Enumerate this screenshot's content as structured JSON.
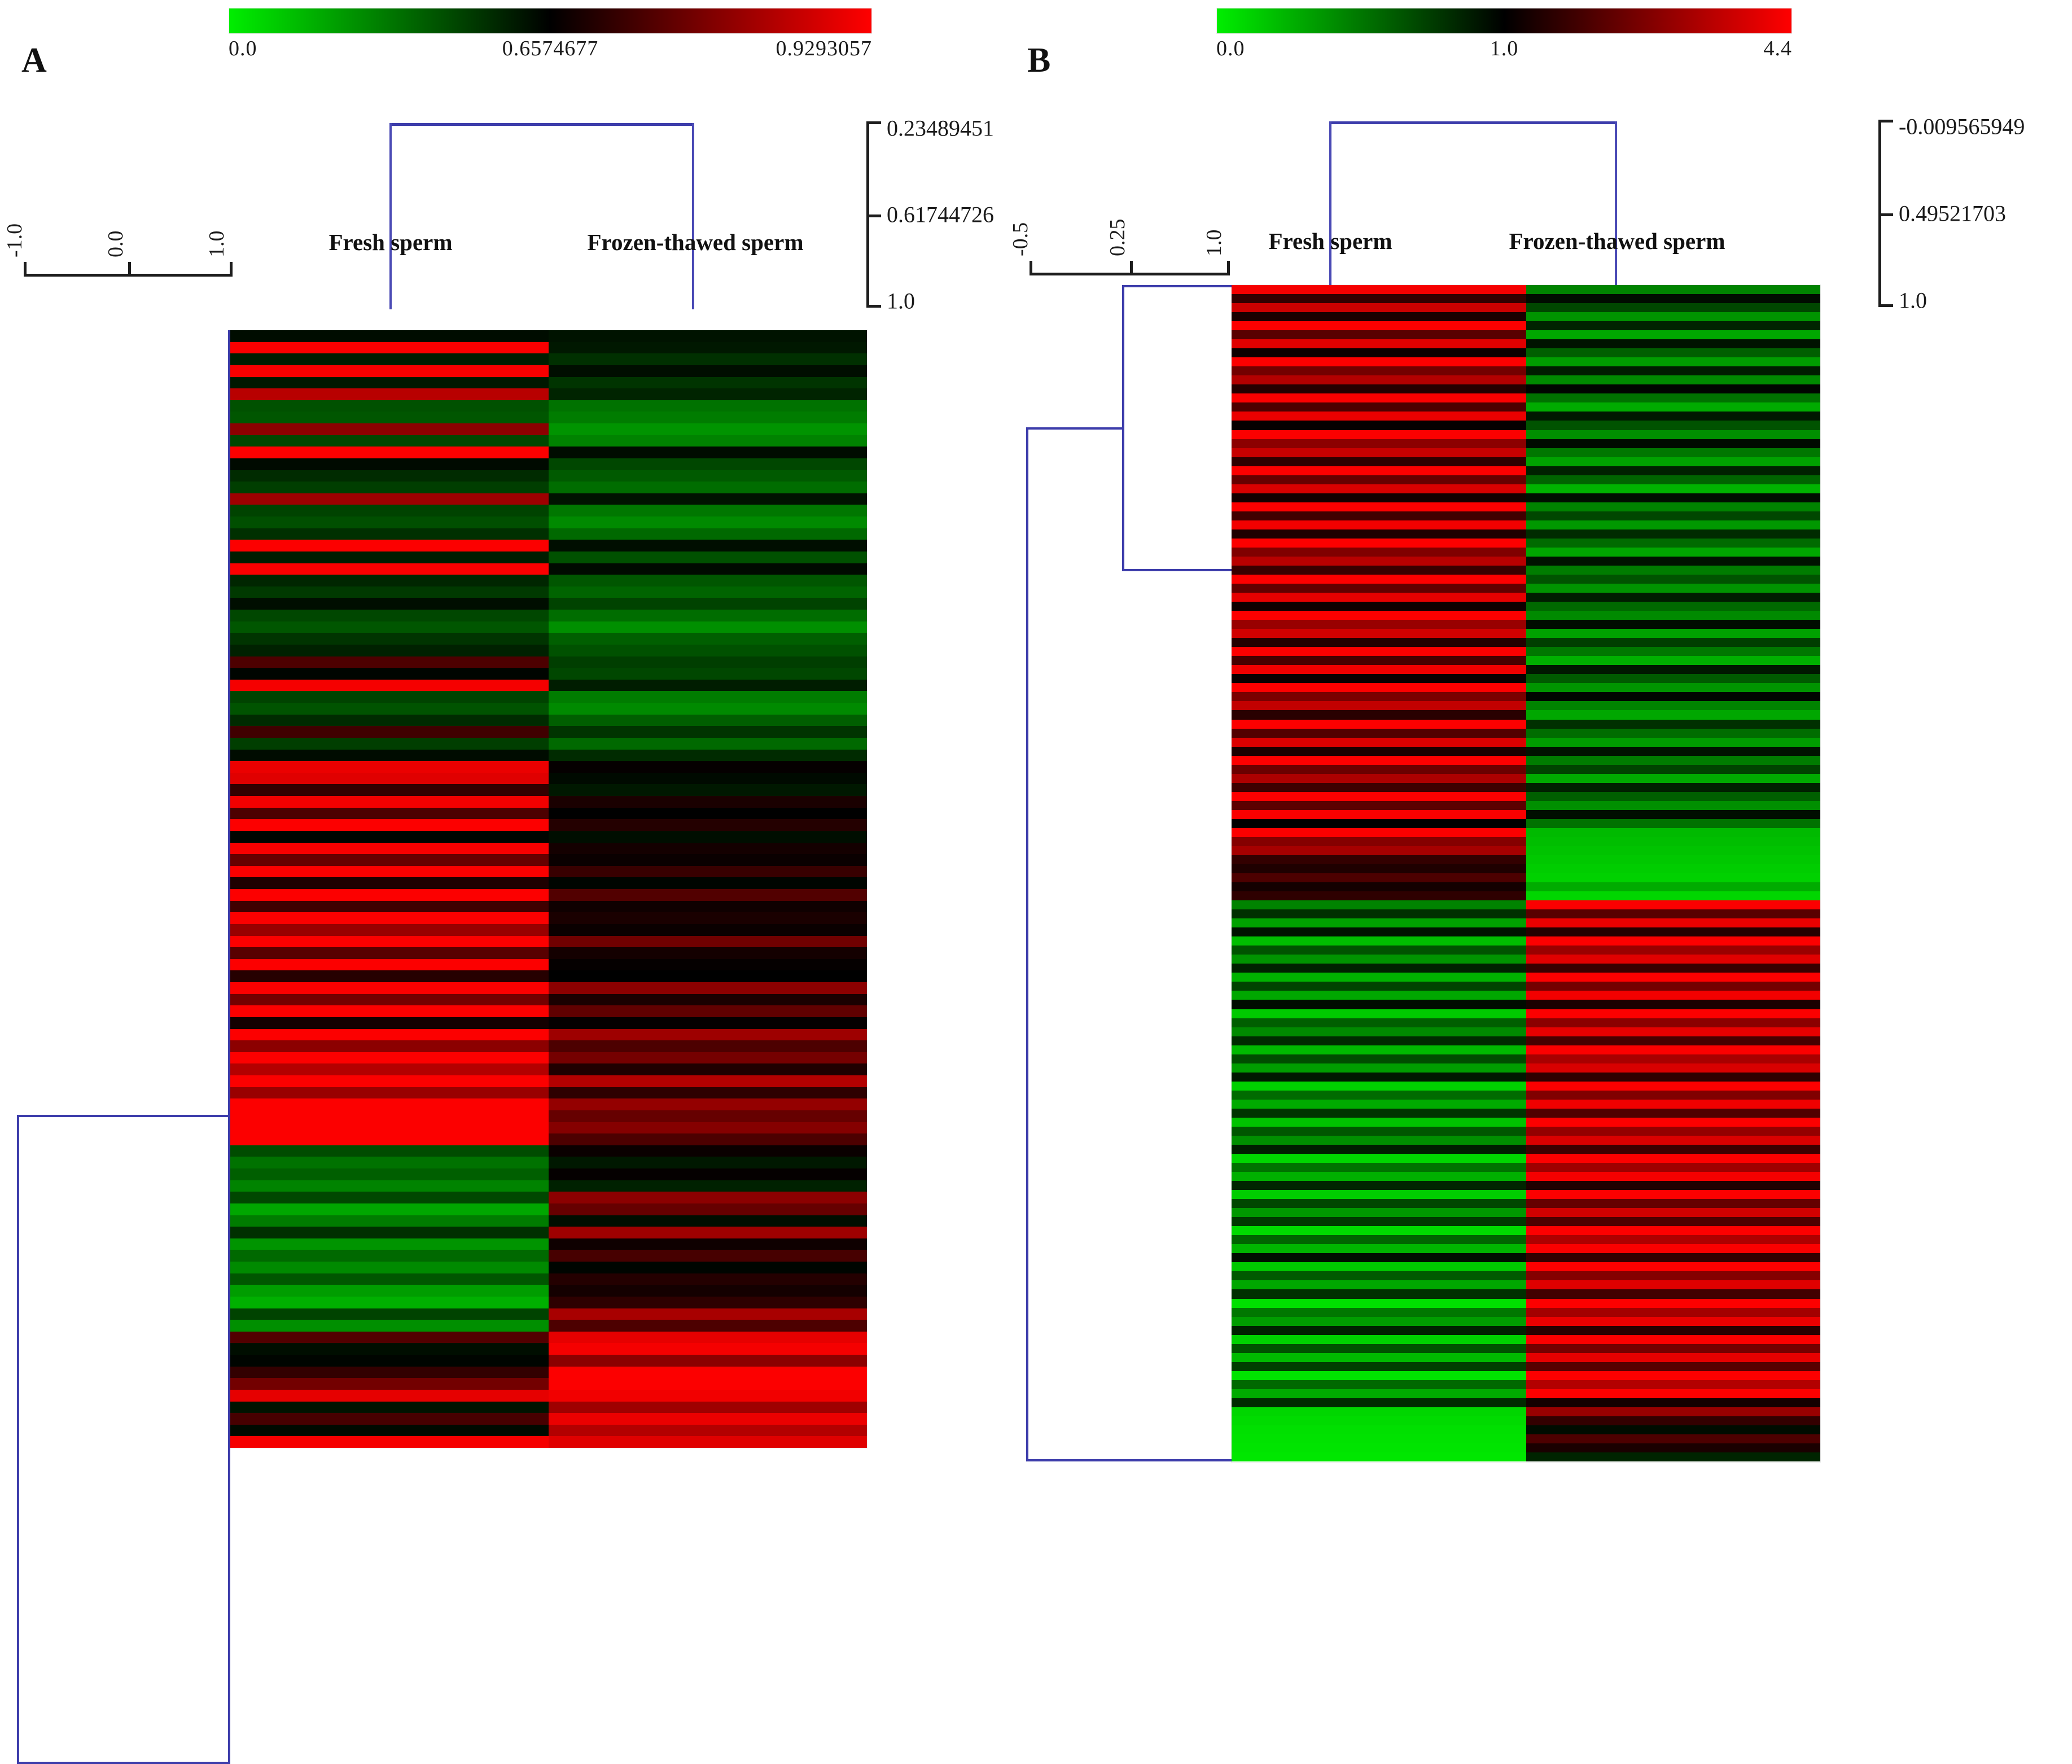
{
  "figure": {
    "panels": [
      {
        "letter": "A",
        "legend": {
          "ticks": [
            "0.0",
            "0.6574677",
            "0.9293057"
          ],
          "low_color": "#00ee00",
          "mid_color": "#000000",
          "high_color": "#ff0000"
        },
        "column_dendrogram": {
          "labels": [
            "Fresh sperm",
            "Frozen-thawed sperm"
          ]
        },
        "row_axis": {
          "ticks": [
            "0.23489451",
            "0.61744726",
            "1.0"
          ]
        },
        "corr_axis": {
          "ticks": [
            "-1.0",
            "0.0",
            "1.0"
          ]
        }
      },
      {
        "letter": "B",
        "legend": {
          "ticks": [
            "0.0",
            "1.0",
            "4.4"
          ],
          "low_color": "#00ee00",
          "mid_color": "#000000",
          "high_color": "#ff0000"
        },
        "column_dendrogram": {
          "labels": [
            "Fresh sperm",
            "Frozen-thawed sperm"
          ]
        },
        "row_axis": {
          "ticks": [
            "-0.009565949",
            "0.49521703",
            "1.0"
          ]
        },
        "corr_axis": {
          "ticks": [
            "-0.5",
            "0.25",
            "1.0"
          ]
        }
      }
    ]
  },
  "chart_data": [
    {
      "type": "heatmap",
      "panel": "A",
      "title": "",
      "columns": [
        "Fresh sperm",
        "Frozen-thawed sperm"
      ],
      "colorscale": {
        "name": "green-black-red",
        "stops": [
          "#00ee00",
          "#000000",
          "#ff0000"
        ],
        "tick_values": [
          0.0,
          0.6574677,
          0.9293057
        ],
        "tick_labels": [
          "0.0",
          "0.6574677",
          "0.9293057"
        ]
      },
      "row_dendrogram_axis": {
        "tick_labels": [
          "0.23489451",
          "0.61744726",
          "1.0"
        ],
        "tick_values": [
          0.23489451,
          0.61744726,
          1.0
        ]
      },
      "correlation_axis": {
        "tick_labels": [
          "-1.0",
          "0.0",
          "1.0"
        ],
        "tick_values": [
          -1.0,
          0.0,
          1.0
        ]
      },
      "legend_position": "top",
      "grid": false,
      "n_rows": 96,
      "values": [
        [
          -0.05,
          -0.08
        ],
        [
          0.98,
          -0.1
        ],
        [
          -0.12,
          -0.2
        ],
        [
          0.97,
          -0.06
        ],
        [
          -0.1,
          -0.22
        ],
        [
          0.72,
          -0.15
        ],
        [
          -0.34,
          -0.48
        ],
        [
          -0.36,
          -0.52
        ],
        [
          0.55,
          -0.62
        ],
        [
          -0.3,
          -0.55
        ],
        [
          0.99,
          -0.05
        ],
        [
          -0.04,
          -0.3
        ],
        [
          -0.18,
          -0.38
        ],
        [
          -0.26,
          -0.46
        ],
        [
          0.62,
          -0.08
        ],
        [
          -0.28,
          -0.5
        ],
        [
          -0.33,
          -0.58
        ],
        [
          -0.2,
          -0.44
        ],
        [
          0.99,
          -0.06
        ],
        [
          -0.12,
          -0.34
        ],
        [
          0.98,
          -0.04
        ],
        [
          -0.16,
          -0.36
        ],
        [
          -0.24,
          -0.42
        ],
        [
          -0.06,
          -0.28
        ],
        [
          -0.3,
          -0.46
        ],
        [
          -0.36,
          -0.6
        ],
        [
          -0.22,
          -0.4
        ],
        [
          -0.14,
          -0.34
        ],
        [
          0.3,
          -0.26
        ],
        [
          -0.02,
          -0.3
        ],
        [
          0.96,
          -0.12
        ],
        [
          -0.28,
          -0.52
        ],
        [
          -0.35,
          -0.58
        ],
        [
          -0.18,
          -0.4
        ],
        [
          0.25,
          -0.22
        ],
        [
          -0.26,
          -0.44
        ],
        [
          -0.05,
          -0.18
        ],
        [
          0.92,
          0.02
        ],
        [
          0.88,
          -0.04
        ],
        [
          0.2,
          -0.1
        ],
        [
          0.95,
          0.1
        ],
        [
          0.3,
          0.0
        ],
        [
          0.99,
          0.14
        ],
        [
          -0.02,
          -0.06
        ],
        [
          0.97,
          0.08
        ],
        [
          0.4,
          0.04
        ],
        [
          0.99,
          0.22
        ],
        [
          0.12,
          -0.02
        ],
        [
          0.99,
          0.32
        ],
        [
          0.25,
          0.06
        ],
        [
          0.99,
          0.1
        ],
        [
          0.6,
          0.04
        ],
        [
          0.99,
          0.44
        ],
        [
          0.35,
          0.08
        ],
        [
          0.99,
          0.02
        ],
        [
          0.15,
          0.0
        ],
        [
          0.99,
          0.55
        ],
        [
          0.45,
          0.1
        ],
        [
          0.99,
          0.38
        ],
        [
          0.08,
          0.02
        ],
        [
          0.99,
          0.62
        ],
        [
          0.55,
          0.3
        ],
        [
          0.99,
          0.46
        ],
        [
          0.7,
          0.12
        ],
        [
          0.99,
          0.7
        ],
        [
          0.6,
          0.18
        ],
        [
          0.99,
          0.58
        ],
        [
          0.99,
          0.4
        ],
        [
          0.99,
          0.52
        ],
        [
          0.99,
          0.3
        ],
        [
          -0.32,
          0.04
        ],
        [
          -0.48,
          -0.1
        ],
        [
          -0.4,
          0.02
        ],
        [
          -0.55,
          -0.14
        ],
        [
          -0.3,
          0.55
        ],
        [
          -0.7,
          0.4
        ],
        [
          -0.52,
          -0.06
        ],
        [
          -0.2,
          0.62
        ],
        [
          -0.62,
          0.06
        ],
        [
          -0.44,
          0.28
        ],
        [
          -0.58,
          -0.02
        ],
        [
          -0.36,
          0.14
        ],
        [
          -0.66,
          0.08
        ],
        [
          -0.74,
          0.18
        ],
        [
          -0.28,
          0.66
        ],
        [
          -0.6,
          0.3
        ],
        [
          0.32,
          0.9
        ],
        [
          -0.06,
          0.96
        ],
        [
          -0.02,
          0.55
        ],
        [
          0.2,
          0.99
        ],
        [
          0.45,
          0.99
        ],
        [
          0.9,
          0.95
        ],
        [
          -0.08,
          0.62
        ],
        [
          0.28,
          0.92
        ],
        [
          -0.04,
          0.7
        ],
        [
          0.96,
          0.88
        ]
      ]
    },
    {
      "type": "heatmap",
      "panel": "B",
      "title": "",
      "columns": [
        "Fresh sperm",
        "Frozen-thawed sperm"
      ],
      "colorscale": {
        "name": "green-black-red",
        "stops": [
          "#00ee00",
          "#000000",
          "#ff0000"
        ],
        "tick_values": [
          0.0,
          1.0,
          4.4
        ],
        "tick_labels": [
          "0.0",
          "1.0",
          "4.4"
        ]
      },
      "row_dendrogram_axis": {
        "tick_labels": [
          "-0.009565949",
          "0.49521703",
          "1.0"
        ],
        "tick_values": [
          -0.009565949,
          0.49521703,
          1.0
        ]
      },
      "correlation_axis": {
        "tick_labels": [
          "-0.5",
          "0.25",
          "1.0"
        ],
        "tick_values": [
          -0.5,
          0.25,
          1.0
        ]
      },
      "legend_position": "top",
      "grid": false,
      "n_rows": 130,
      "values": [
        [
          0.96,
          -0.55
        ],
        [
          0.2,
          -0.05
        ],
        [
          0.8,
          -0.3
        ],
        [
          0.1,
          -0.62
        ],
        [
          0.99,
          -0.15
        ],
        [
          0.35,
          -0.7
        ],
        [
          0.88,
          -0.08
        ],
        [
          0.05,
          -0.4
        ],
        [
          0.99,
          -0.66
        ],
        [
          0.45,
          -0.12
        ],
        [
          0.7,
          -0.58
        ],
        [
          0.15,
          -0.02
        ],
        [
          0.99,
          -0.48
        ],
        [
          0.3,
          -0.72
        ],
        [
          0.92,
          -0.1
        ],
        [
          0.02,
          -0.35
        ],
        [
          0.99,
          -0.6
        ],
        [
          0.55,
          -0.04
        ],
        [
          0.78,
          -0.5
        ],
        [
          0.18,
          -0.68
        ],
        [
          0.99,
          -0.14
        ],
        [
          0.4,
          -0.42
        ],
        [
          0.85,
          -0.75
        ],
        [
          0.08,
          -0.06
        ],
        [
          0.99,
          -0.55
        ],
        [
          0.25,
          -0.3
        ],
        [
          0.95,
          -0.64
        ],
        [
          0.12,
          -0.18
        ],
        [
          0.99,
          -0.45
        ],
        [
          0.5,
          -0.7
        ],
        [
          0.72,
          -0.08
        ],
        [
          0.22,
          -0.52
        ],
        [
          0.99,
          -0.35
        ],
        [
          0.38,
          -0.62
        ],
        [
          0.9,
          -0.12
        ],
        [
          0.06,
          -0.44
        ],
        [
          0.99,
          -0.58
        ],
        [
          0.6,
          -0.05
        ],
        [
          0.82,
          -0.68
        ],
        [
          0.14,
          -0.26
        ],
        [
          0.99,
          -0.5
        ],
        [
          0.28,
          -0.74
        ],
        [
          0.94,
          -0.1
        ],
        [
          0.04,
          -0.38
        ],
        [
          0.99,
          -0.62
        ],
        [
          0.48,
          -0.02
        ],
        [
          0.76,
          -0.55
        ],
        [
          0.16,
          -0.7
        ],
        [
          0.99,
          -0.2
        ],
        [
          0.32,
          -0.46
        ],
        [
          0.86,
          -0.66
        ],
        [
          0.1,
          -0.08
        ],
        [
          0.99,
          -0.52
        ],
        [
          0.42,
          -0.28
        ],
        [
          0.68,
          -0.72
        ],
        [
          0.24,
          -0.14
        ],
        [
          0.99,
          -0.4
        ],
        [
          0.36,
          -0.6
        ],
        [
          0.98,
          -0.06
        ],
        [
          0.0,
          -0.48
        ],
        [
          0.99,
          -0.78
        ],
        [
          0.52,
          -0.8
        ],
        [
          0.65,
          -0.82
        ],
        [
          0.2,
          -0.84
        ],
        [
          0.12,
          -0.86
        ],
        [
          0.3,
          -0.88
        ],
        [
          0.08,
          -0.72
        ],
        [
          0.18,
          -0.9
        ],
        [
          -0.55,
          0.99
        ],
        [
          -0.2,
          0.35
        ],
        [
          -0.68,
          0.92
        ],
        [
          -0.08,
          0.15
        ],
        [
          -0.8,
          0.99
        ],
        [
          -0.35,
          0.6
        ],
        [
          -0.62,
          0.88
        ],
        [
          -0.14,
          0.22
        ],
        [
          -0.75,
          0.99
        ],
        [
          -0.28,
          0.45
        ],
        [
          -0.7,
          0.95
        ],
        [
          -0.05,
          0.1
        ],
        [
          -0.85,
          0.99
        ],
        [
          -0.4,
          0.55
        ],
        [
          -0.58,
          0.9
        ],
        [
          -0.18,
          0.28
        ],
        [
          -0.78,
          0.99
        ],
        [
          -0.32,
          0.66
        ],
        [
          -0.66,
          0.85
        ],
        [
          -0.1,
          0.18
        ],
        [
          -0.88,
          0.99
        ],
        [
          -0.45,
          0.5
        ],
        [
          -0.72,
          0.94
        ],
        [
          -0.22,
          0.32
        ],
        [
          -0.82,
          0.99
        ],
        [
          -0.36,
          0.58
        ],
        [
          -0.6,
          0.86
        ],
        [
          -0.12,
          0.24
        ],
        [
          -0.9,
          0.99
        ],
        [
          -0.48,
          0.62
        ],
        [
          -0.74,
          0.96
        ],
        [
          -0.16,
          0.12
        ],
        [
          -0.86,
          0.99
        ],
        [
          -0.3,
          0.4
        ],
        [
          -0.64,
          0.82
        ],
        [
          -0.24,
          0.3
        ],
        [
          -0.92,
          0.99
        ],
        [
          -0.42,
          0.68
        ],
        [
          -0.76,
          0.98
        ],
        [
          -0.06,
          0.2
        ],
        [
          -0.84,
          0.99
        ],
        [
          -0.38,
          0.52
        ],
        [
          -0.7,
          0.88
        ],
        [
          -0.2,
          0.26
        ],
        [
          -0.94,
          0.99
        ],
        [
          -0.5,
          0.64
        ],
        [
          -0.66,
          0.92
        ],
        [
          -0.14,
          0.16
        ],
        [
          -0.88,
          0.99
        ],
        [
          -0.34,
          0.46
        ],
        [
          -0.78,
          0.9
        ],
        [
          -0.26,
          0.34
        ],
        [
          -0.96,
          0.99
        ],
        [
          -0.44,
          0.7
        ],
        [
          -0.72,
          0.99
        ],
        [
          -0.18,
          0.08
        ],
        [
          -0.9,
          0.6
        ],
        [
          -0.92,
          0.2
        ],
        [
          -0.94,
          -0.05
        ],
        [
          -0.95,
          0.3
        ],
        [
          -0.96,
          0.1
        ],
        [
          -0.97,
          -0.15
        ]
      ]
    }
  ]
}
